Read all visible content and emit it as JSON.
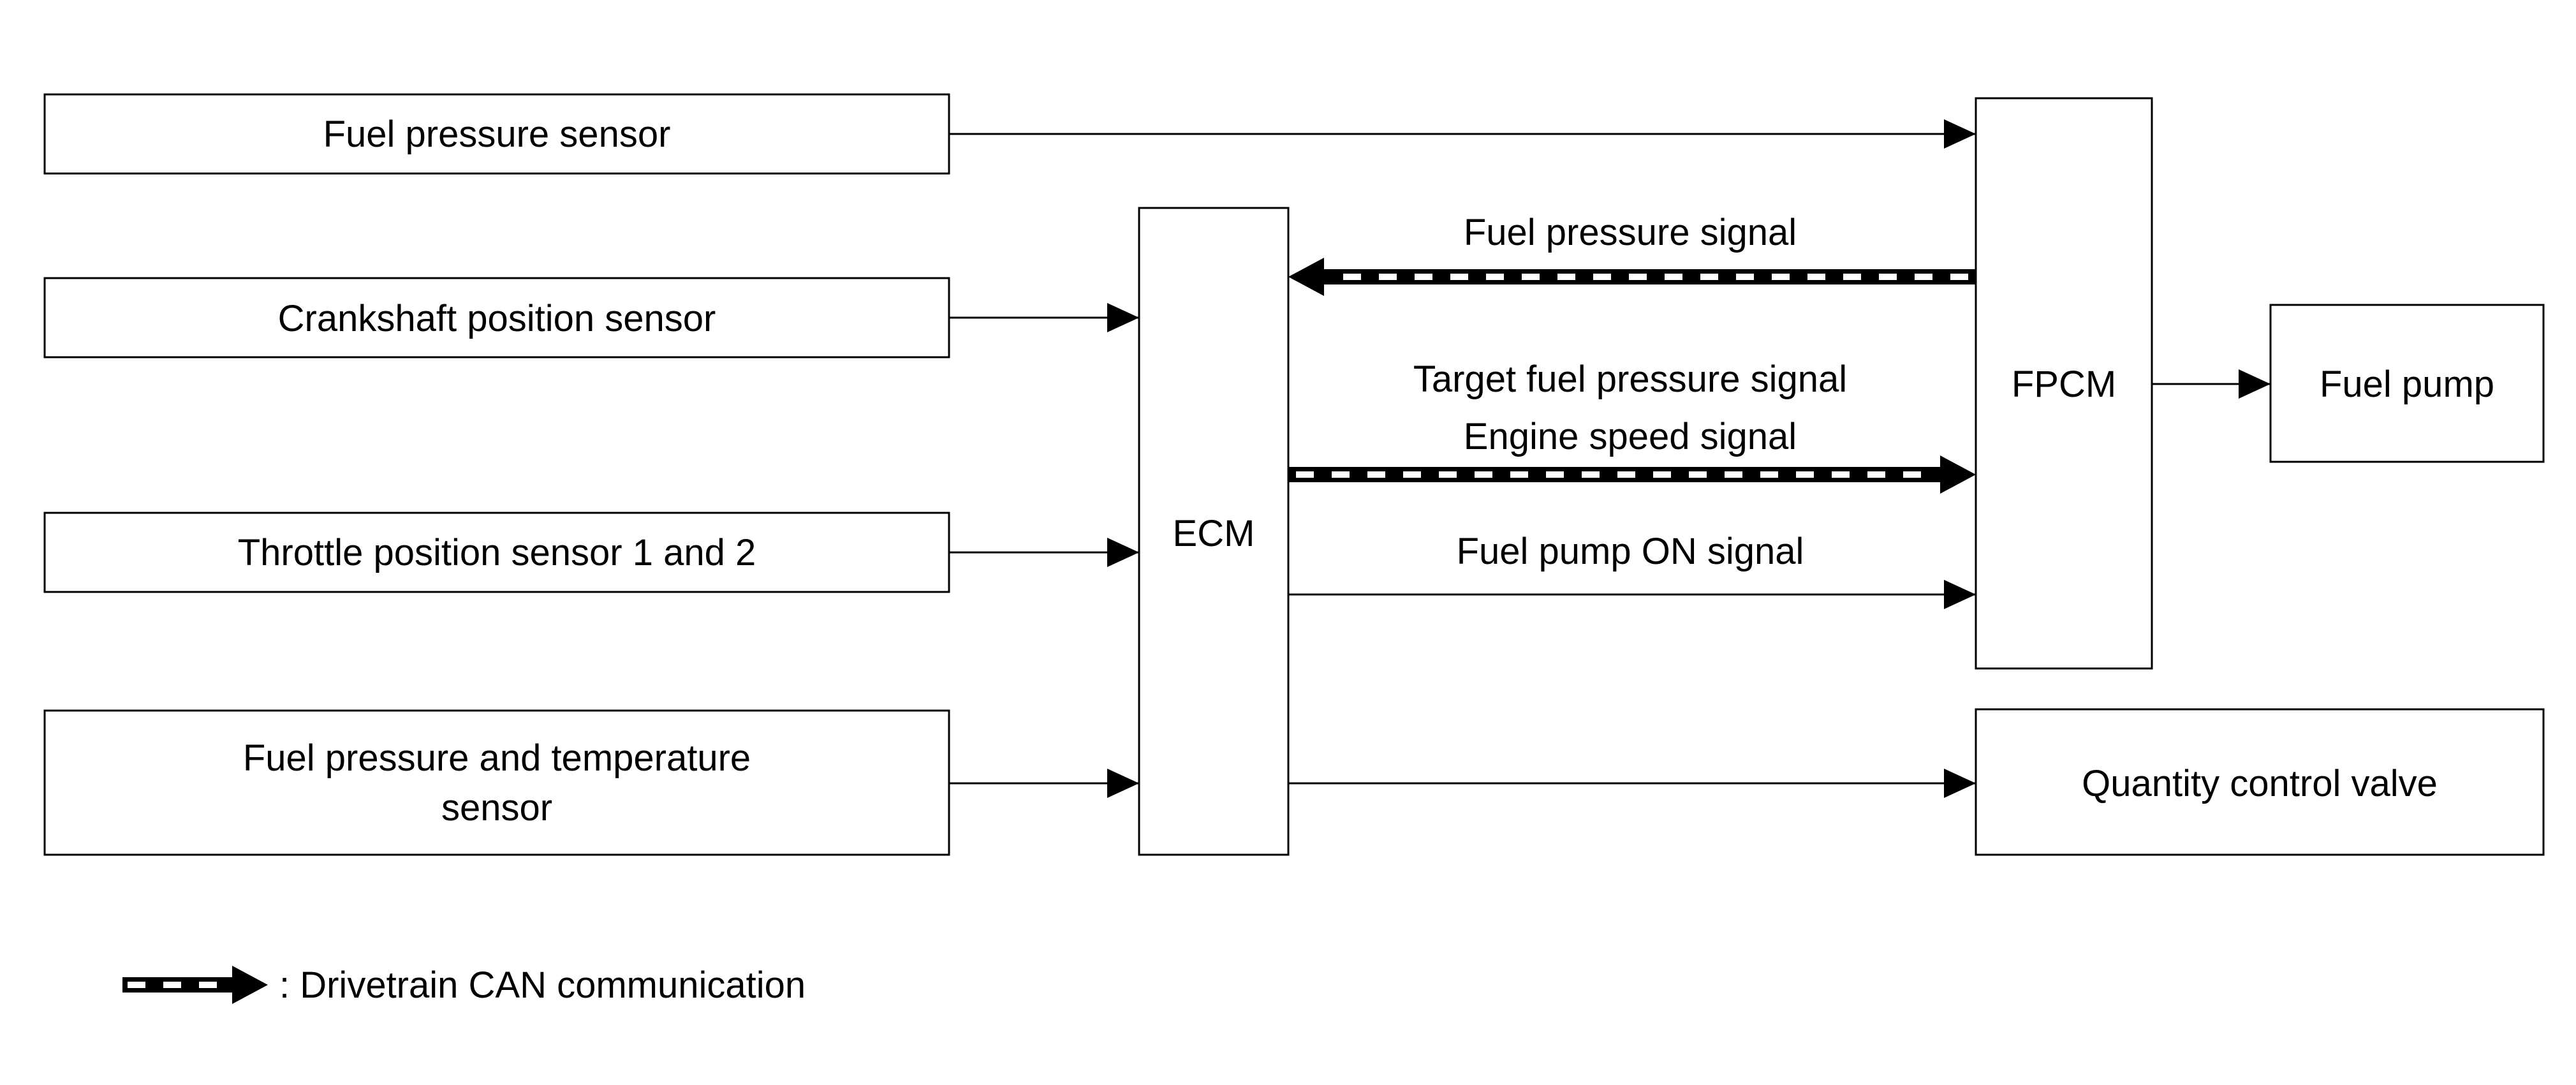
{
  "blocks": {
    "fuel_pressure_sensor": "Fuel pressure sensor",
    "crankshaft_position_sensor": "Crankshaft position sensor",
    "throttle_position_sensor": "Throttle position sensor 1 and 2",
    "fuel_pressure_temp_sensor_line1": "Fuel pressure and temperature",
    "fuel_pressure_temp_sensor_line2": "sensor",
    "ecm": "ECM",
    "fpcm": "FPCM",
    "fuel_pump": "Fuel pump",
    "quantity_control_valve": "Quantity control valve"
  },
  "signals": {
    "fuel_pressure_signal": "Fuel pressure signal",
    "target_fuel_pressure_signal": "Target fuel pressure signal",
    "engine_speed_signal": "Engine speed signal",
    "fuel_pump_on_signal": "Fuel pump ON signal"
  },
  "legend": {
    "can_label": ": Drivetrain CAN communication"
  },
  "colors": {
    "line": "#000000",
    "background": "#ffffff"
  }
}
